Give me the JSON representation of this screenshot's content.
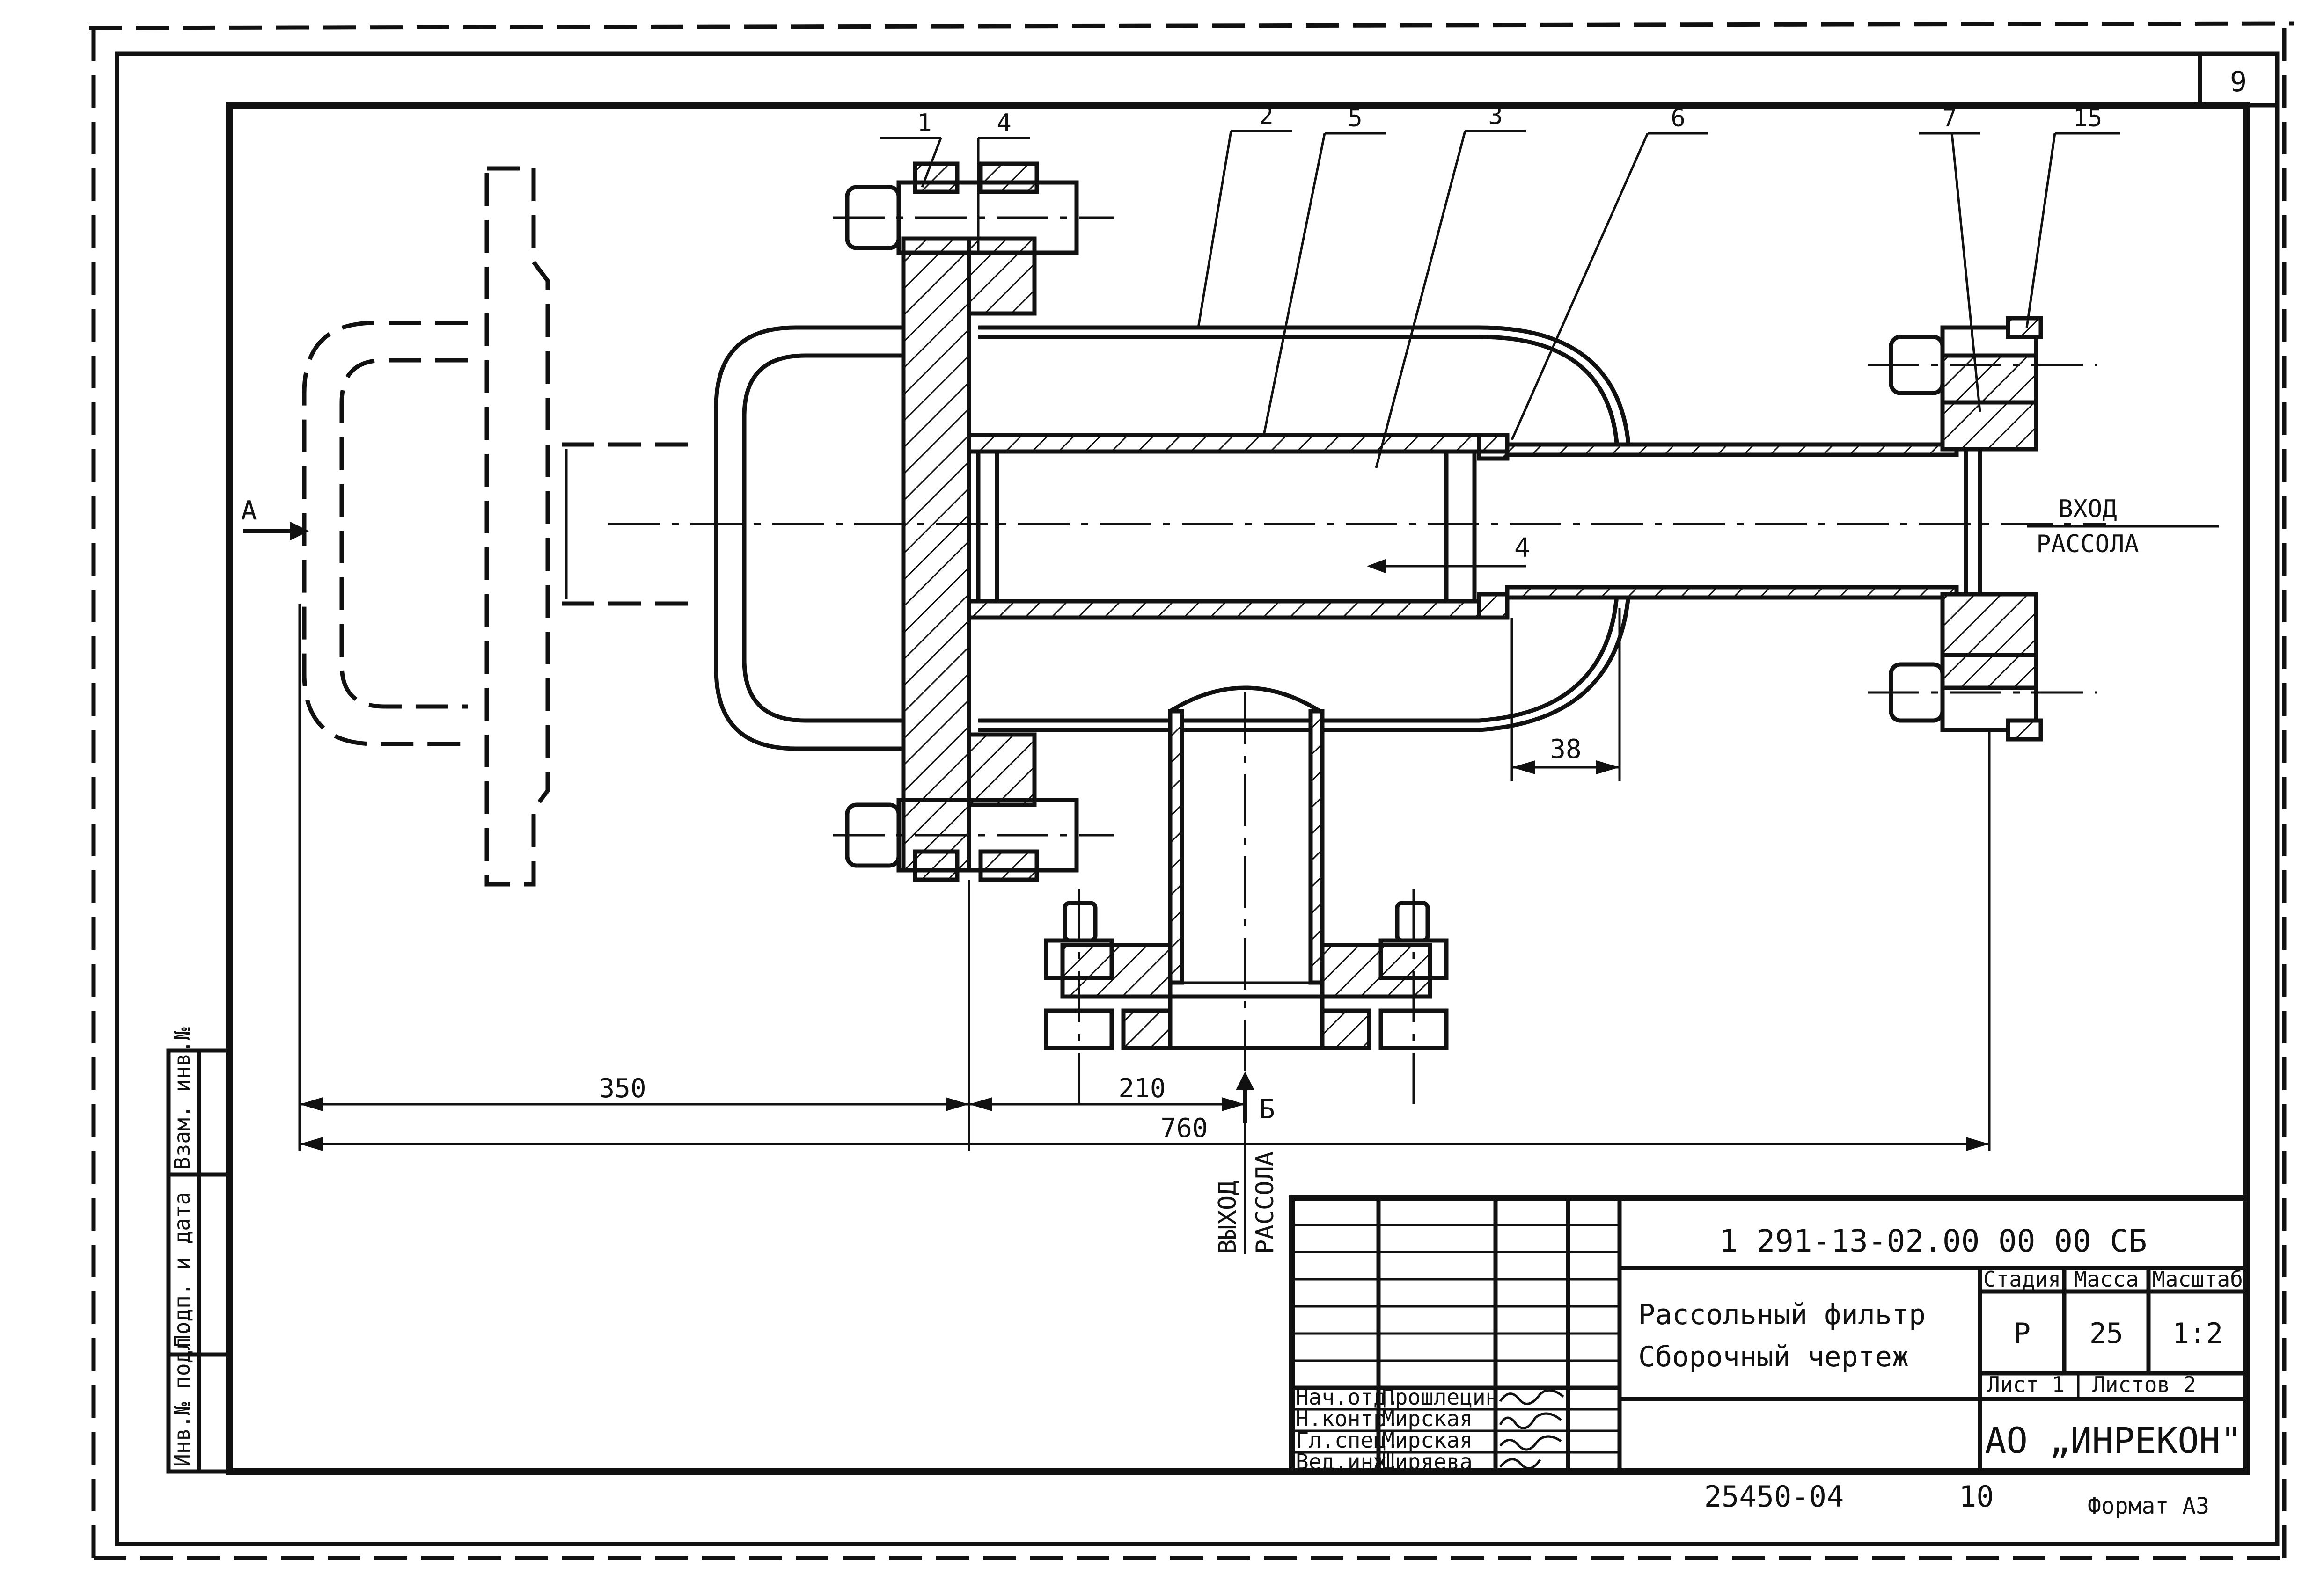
{
  "sheet_number": "9",
  "callouts": [
    "1",
    "4",
    "2",
    "5",
    "3",
    "6",
    "7",
    "15"
  ],
  "section_marks": {
    "a": "А",
    "b": "Б",
    "wall": "4"
  },
  "inlet": {
    "line1": "ВХОД",
    "line2": "РАССОЛА"
  },
  "outlet": {
    "line1": "ВЫХОД",
    "line2": "РАССОЛА"
  },
  "dimensions": {
    "d350": "350",
    "d210": "210",
    "d760": "760",
    "d38": "38"
  },
  "side_stamp": [
    "Инв.№ подл.",
    "Подп. и дата",
    "Взам. инв.№"
  ],
  "title_block": {
    "doc_number": "1 291-13-02.00 00 00 СБ",
    "title_line1": "Рассольный фильтр",
    "title_line2": "Сборочный чертеж",
    "stage_header": "Стадия",
    "mass_header": "Масса",
    "scale_header": "Масштаб",
    "stage": "Р",
    "mass": "25",
    "scale": "1:2",
    "sheet_label": "Лист 1",
    "sheets_label": "Листов 2",
    "company": "АО „ИНРЕКОН\"",
    "roles": [
      "Нач.отд.",
      "Н.контр.",
      "Гл.спец.",
      "Вед.инж."
    ],
    "names": [
      "Прошлецин",
      "Мирская",
      "Мирская",
      "Ширяева"
    ]
  },
  "footer": {
    "archive": "25450-04",
    "sheet": "10",
    "format": "Формат А3"
  }
}
